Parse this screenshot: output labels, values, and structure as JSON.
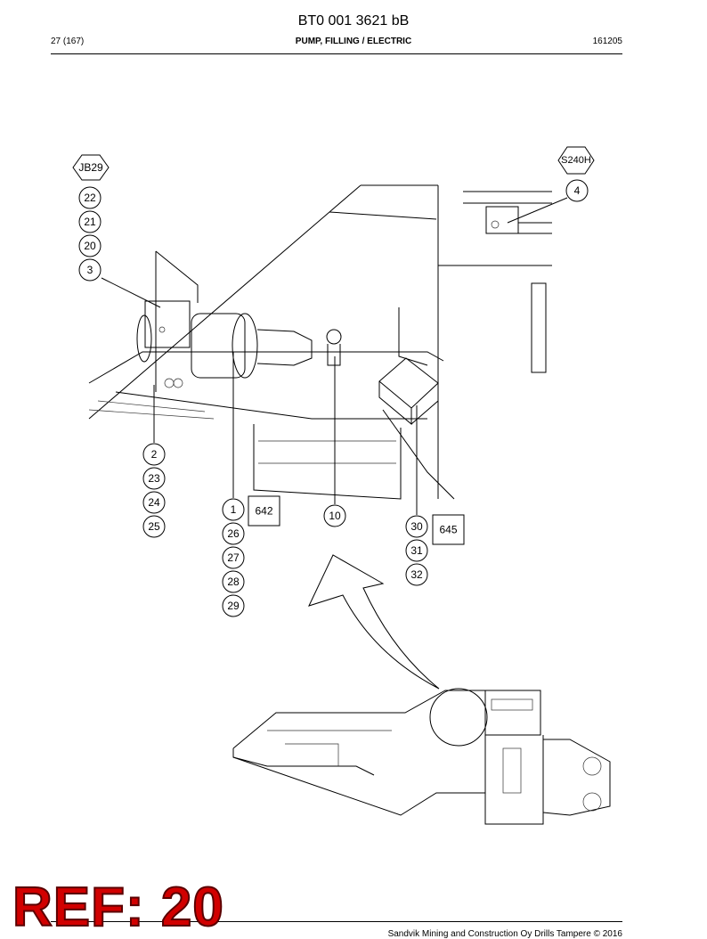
{
  "header": {
    "doc_id": "BT0 001 3621 bB",
    "page": "27 (167)",
    "section": "PUMP, FILLING / ELECTRIC",
    "date_code": "161205"
  },
  "tags": {
    "jb": "JB29",
    "s": "S240H"
  },
  "callouts": {
    "c22": "22",
    "c21": "21",
    "c20": "20",
    "c3": "3",
    "c4": "4",
    "c2": "2",
    "c23": "23",
    "c24": "24",
    "c25": "25",
    "c1": "1",
    "c26": "26",
    "c27": "27",
    "c28": "28",
    "c29": "29",
    "c10": "10",
    "c30": "30",
    "c31": "31",
    "c32": "32"
  },
  "boxes": {
    "b642": "642",
    "b645": "645"
  },
  "stamp": {
    "text": "REF: 20"
  },
  "footer": {
    "copyright": "Sandvik Mining and Construction Oy Drills Tampere © 2016"
  }
}
